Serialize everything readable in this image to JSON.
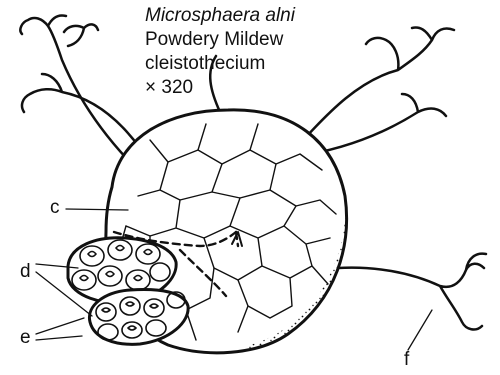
{
  "title": {
    "species": "Microsphaera alni",
    "common_name": "Powdery Mildew",
    "structure": "cleistothecium",
    "magnification": "× 320"
  },
  "labels": {
    "c": "c",
    "d": "d",
    "e": "e",
    "f": "f"
  }
}
